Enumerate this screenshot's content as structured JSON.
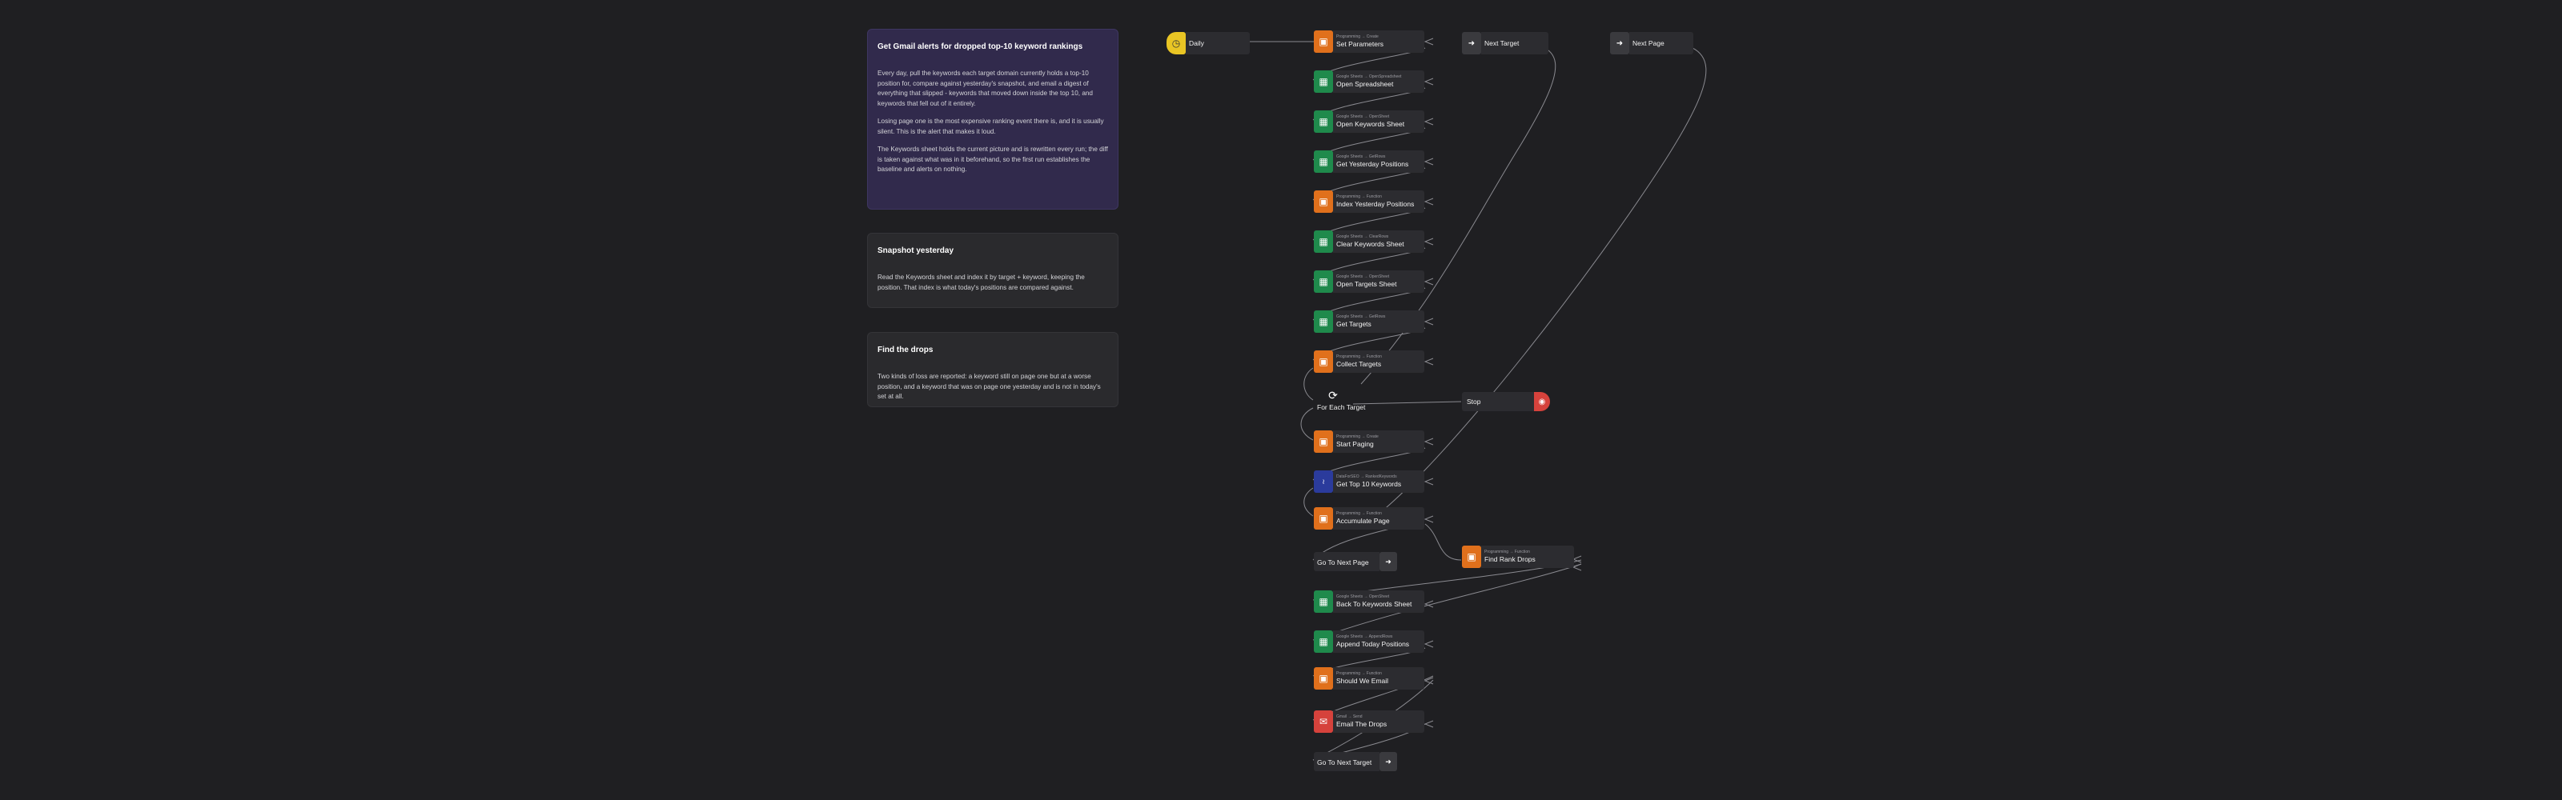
{
  "notes": [
    {
      "title": "Get Gmail alerts for dropped top-10 keyword rankings",
      "paragraphs": [
        "Every day, pull the keywords each target domain currently holds a top-10 position for, compare against yesterday's snapshot, and email a digest of everything that slipped - keywords that moved down inside the top 10, and keywords that fell out of it entirely.",
        "Losing page one is the most expensive ranking event there is, and it is usually silent. This is the alert that makes it loud.",
        "The Keywords sheet holds the current picture and is rewritten every run; the diff is taken against what was in it beforehand, so the first run establishes the baseline and alerts on nothing."
      ]
    },
    {
      "title": "Snapshot yesterday",
      "paragraphs": [
        "Read the Keywords sheet and index it by target + keyword, keeping the position. That index is what today's positions are compared against."
      ]
    },
    {
      "title": "Find the drops",
      "paragraphs": [
        "Two kinds of loss are reported: a keyword still on page one but at a worse position, and a keyword that was on page one yesterday and is not in today's set at all."
      ]
    }
  ],
  "nodes": {
    "daily": {
      "label": "Daily"
    },
    "set_parameters": {
      "sub": "Programming → Create",
      "label": "Set Parameters"
    },
    "next_target": {
      "label": "Next Target"
    },
    "next_page": {
      "label": "Next Page"
    },
    "open_spreadsheet": {
      "sub": "Google Sheets → OpenSpreadsheet",
      "label": "Open Spreadsheet"
    },
    "open_keywords_sheet": {
      "sub": "Google Sheets → OpenSheet",
      "label": "Open Keywords Sheet"
    },
    "get_yesterday_positions": {
      "sub": "Google Sheets → GetRows",
      "label": "Get Yesterday Positions"
    },
    "index_yesterday_positions": {
      "sub": "Programming → Function",
      "label": "Index Yesterday Positions"
    },
    "clear_keywords_sheet": {
      "sub": "Google Sheets → ClearRows",
      "label": "Clear Keywords Sheet"
    },
    "open_targets_sheet": {
      "sub": "Google Sheets → OpenSheet",
      "label": "Open Targets Sheet"
    },
    "get_targets": {
      "sub": "Google Sheets → GetRows",
      "label": "Get Targets"
    },
    "collect_targets": {
      "sub": "Programming → Function",
      "label": "Collect Targets"
    },
    "for_each_target": {
      "label": "For Each Target"
    },
    "stop": {
      "label": "Stop"
    },
    "start_paging": {
      "sub": "Programming → Create",
      "label": "Start Paging"
    },
    "get_top10_keywords": {
      "sub": "DataForSEO → RankedKeywords",
      "label": "Get Top 10 Keywords"
    },
    "accumulate_page": {
      "sub": "Programming → Function",
      "label": "Accumulate Page"
    },
    "go_to_next_page": {
      "label": "Go To Next Page"
    },
    "find_rank_drops": {
      "sub": "Programming → Function",
      "label": "Find Rank Drops"
    },
    "back_to_keywords_sheet": {
      "sub": "Google Sheets → OpenSheet",
      "label": "Back To Keywords Sheet"
    },
    "append_today_positions": {
      "sub": "Google Sheets → AppendRows",
      "label": "Append Today Positions"
    },
    "should_we_email": {
      "sub": "Programming → Function",
      "label": "Should We Email"
    },
    "email_the_drops": {
      "sub": "Gmail → Send",
      "label": "Email The Drops"
    },
    "go_to_next_target": {
      "label": "Go To Next Target"
    }
  },
  "colors": {
    "programming": "#e0701c",
    "google_sheets": "#1f8a4c",
    "dataforseo": "#2b3b9c",
    "gmail": "#d6423c",
    "trigger": "#e9c524",
    "note_purple": "#312a4c"
  }
}
